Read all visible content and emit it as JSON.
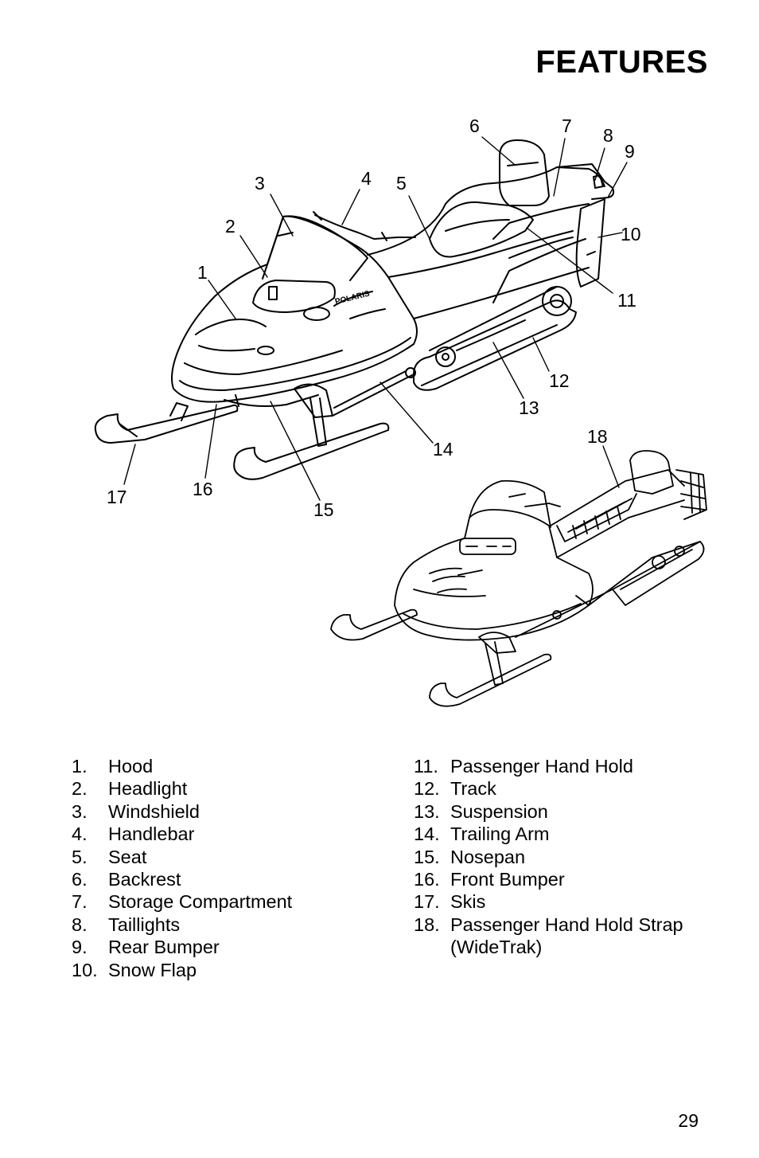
{
  "page": {
    "title": "FEATURES",
    "page_number": "29"
  },
  "callouts": [
    "1",
    "2",
    "3",
    "4",
    "5",
    "6",
    "7",
    "8",
    "9",
    "10",
    "11",
    "12",
    "13",
    "14",
    "15",
    "16",
    "17",
    "18"
  ],
  "legend_left": [
    {
      "num": "1.",
      "label": "Hood"
    },
    {
      "num": "2.",
      "label": "Headlight"
    },
    {
      "num": "3.",
      "label": "Windshield"
    },
    {
      "num": "4.",
      "label": "Handlebar"
    },
    {
      "num": "5.",
      "label": "Seat"
    },
    {
      "num": "6.",
      "label": "Backrest"
    },
    {
      "num": "7.",
      "label": "Storage Compartment"
    },
    {
      "num": "8.",
      "label": "Taillights"
    },
    {
      "num": "9.",
      "label": "Rear Bumper"
    },
    {
      "num": "10.",
      "label": "Snow Flap"
    }
  ],
  "legend_right": [
    {
      "num": "11.",
      "label": "Passenger Hand Hold"
    },
    {
      "num": "12.",
      "label": "Track"
    },
    {
      "num": "13.",
      "label": "Suspension"
    },
    {
      "num": "14.",
      "label": "Trailing Arm"
    },
    {
      "num": "15.",
      "label": "Nosepan"
    },
    {
      "num": "16.",
      "label": "Front Bumper"
    },
    {
      "num": "17.",
      "label": "Skis"
    },
    {
      "num": "18.",
      "label": "Passenger Hand Hold Strap",
      "label_line2": "(WideTrak)"
    }
  ],
  "brand_text": "POLARIS"
}
